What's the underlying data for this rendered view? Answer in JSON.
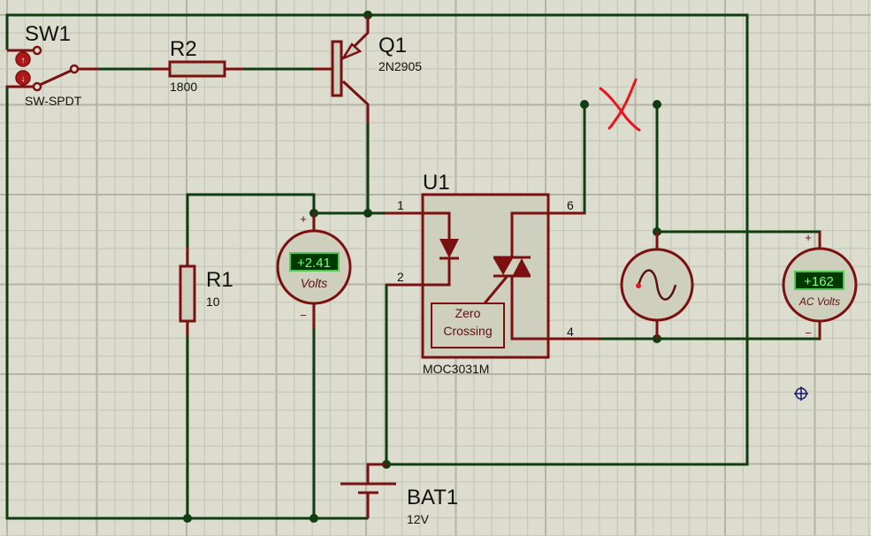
{
  "app": "Schematic capture",
  "components": {
    "sw1": {
      "ref": "SW1",
      "value": "SW-SPDT"
    },
    "r2": {
      "ref": "R2",
      "value": "1800"
    },
    "q1": {
      "ref": "Q1",
      "value": "2N2905"
    },
    "r1": {
      "ref": "R1",
      "value": "10"
    },
    "u1": {
      "ref": "U1",
      "value": "MOC3031M",
      "pins": {
        "p1": "1",
        "p2": "2",
        "p4": "4",
        "p6": "6"
      },
      "block_line1": "Zero",
      "block_line2": "Crossing"
    },
    "bat1": {
      "ref": "BAT1",
      "value": "12V"
    },
    "dc_voltmeter": {
      "reading": "+2.41",
      "label": "Volts",
      "plus": "+",
      "minus": "−"
    },
    "ac_voltmeter": {
      "reading": "+162",
      "label": "AC Volts",
      "plus": "+",
      "minus": "−"
    }
  },
  "colors": {
    "background": "#dcdccf",
    "grid_minor": "#c4c4b4",
    "grid_major": "#b4b4a4",
    "wire": "#0f3d10",
    "component": "#7a1010",
    "meter_display": "#003a00",
    "meter_text": "#7dff7d",
    "annotation_x": "#e8141e",
    "cursor": "#1a1a6a"
  }
}
